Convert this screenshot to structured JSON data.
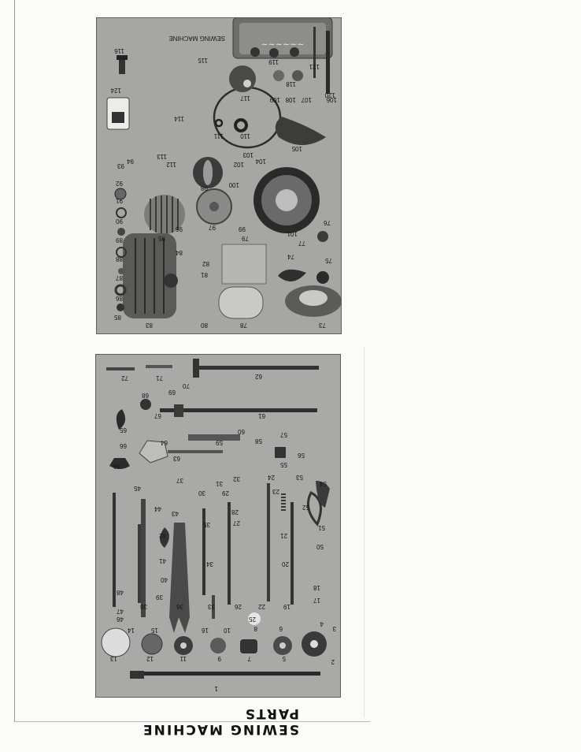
{
  "caption": "SEWING MACHINE PARTS",
  "top_panel": {
    "tin_label": "SEWING MACHINE",
    "numbers": [
      "73",
      "74",
      "75",
      "76",
      "77",
      "78",
      "79",
      "80",
      "81",
      "82",
      "83",
      "84",
      "85",
      "86",
      "87",
      "88",
      "89",
      "90",
      "91",
      "92",
      "93",
      "94",
      "95",
      "96",
      "97",
      "98",
      "99",
      "100",
      "101",
      "102",
      "103",
      "104",
      "105",
      "106",
      "107",
      "108",
      "109",
      "110",
      "111",
      "112",
      "113",
      "114",
      "115",
      "116",
      "117",
      "118",
      "119",
      "120",
      "121",
      "124"
    ]
  },
  "bottom_panel": {
    "numbers": [
      "1",
      "2",
      "3",
      "4",
      "5",
      "6",
      "7",
      "8",
      "9",
      "10",
      "11",
      "12",
      "13",
      "14",
      "15",
      "16",
      "17",
      "18",
      "19",
      "20",
      "21",
      "22",
      "23",
      "24",
      "25",
      "26",
      "27",
      "28",
      "29",
      "30",
      "31",
      "32",
      "33",
      "34",
      "35",
      "36",
      "37",
      "38",
      "39",
      "40",
      "41",
      "42",
      "43",
      "44",
      "45",
      "46",
      "47",
      "48",
      "49",
      "50",
      "51",
      "52",
      "53",
      "54",
      "55",
      "56",
      "57",
      "58",
      "59",
      "60",
      "61",
      "62",
      "63",
      "64",
      "65",
      "66",
      "67",
      "68",
      "69",
      "70",
      "71",
      "72"
    ]
  }
}
